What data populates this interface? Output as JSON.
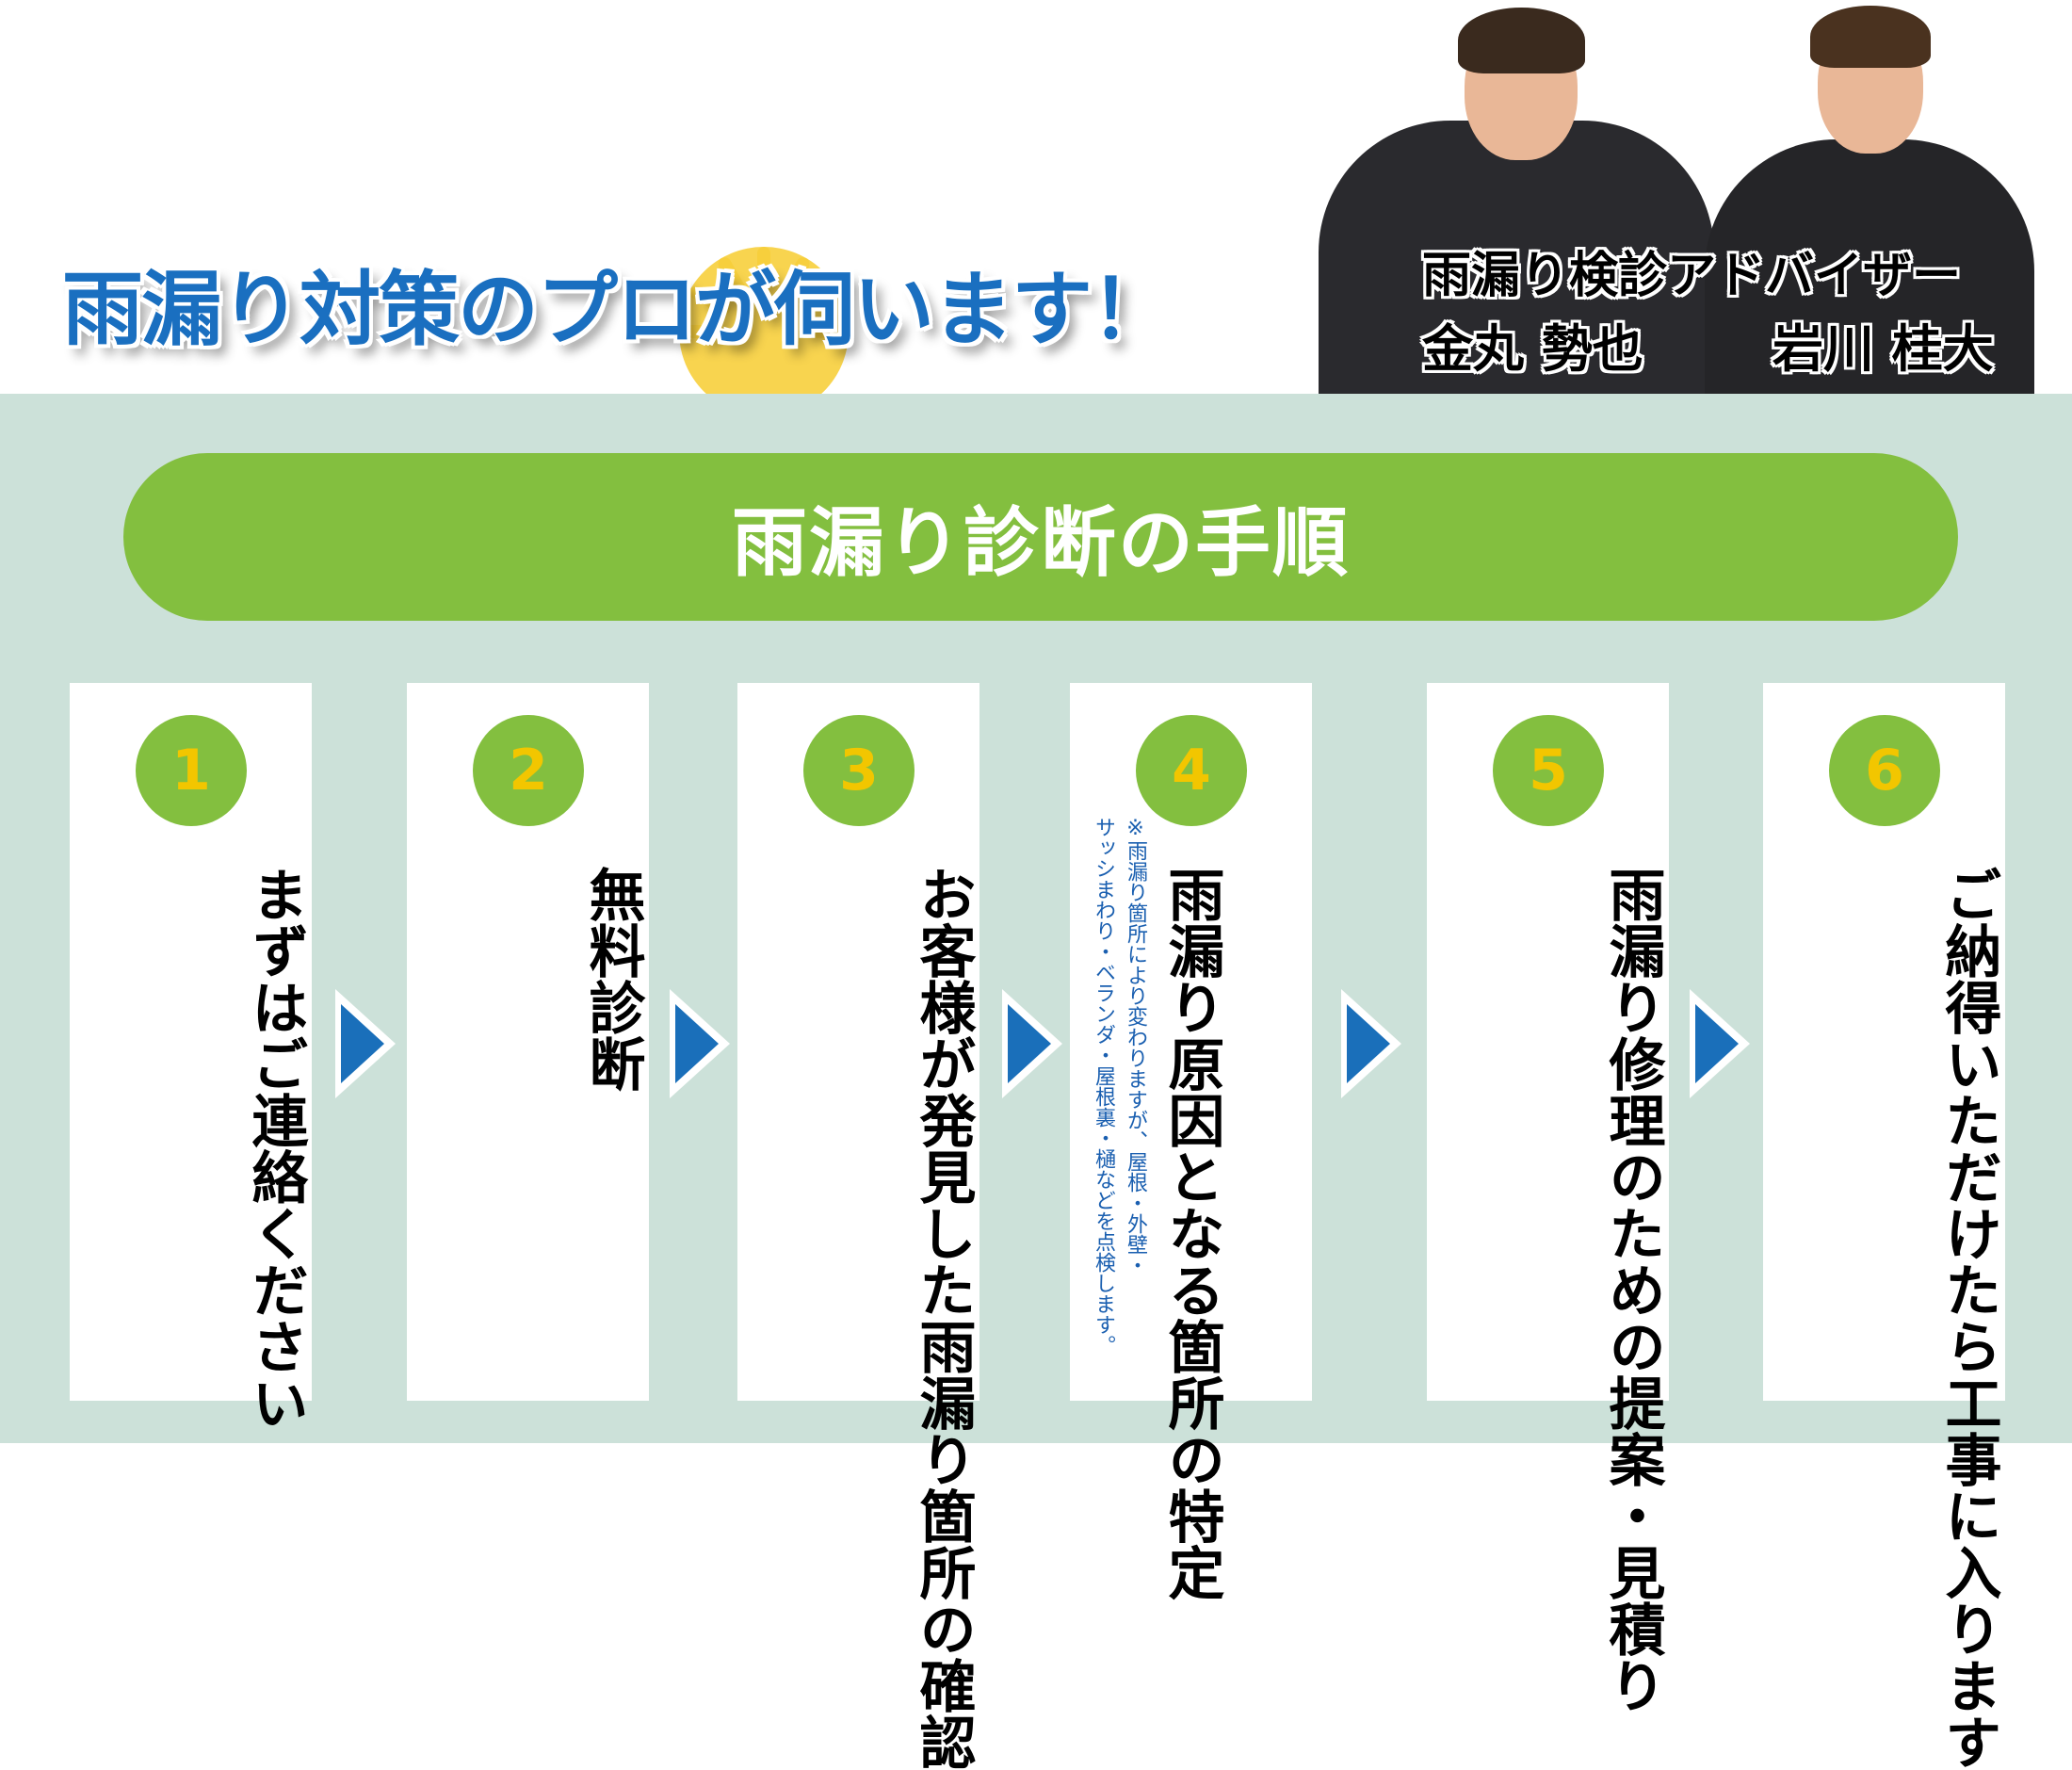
{
  "header": {
    "headline": "雨漏り対策のプロが伺います！",
    "advisor_title": "雨漏り検診アドバイザー",
    "advisor_1": "金丸 勢也",
    "advisor_2": "岩川 桂大"
  },
  "section": {
    "title": "雨漏り診断の手順"
  },
  "colors": {
    "green": "#83bf3f",
    "blue": "#1a6fc0",
    "number": "#f2c600",
    "background": "#cce1d9"
  },
  "steps": [
    {
      "number": "1",
      "lines": [
        "まずは",
        "ご連絡ください"
      ]
    },
    {
      "number": "2",
      "lines": [
        "無料診断"
      ]
    },
    {
      "number": "3",
      "lines": [
        "お客様が発見した",
        "雨漏り箇所の確認"
      ]
    },
    {
      "number": "4",
      "lines": [
        "雨漏り原因となる",
        "箇所の特定"
      ],
      "note": [
        "※雨漏り箇所により変わりますが、屋根・外壁・",
        "サッシまわり・ベランダ・屋根裏・樋などを点検します。"
      ]
    },
    {
      "number": "5",
      "lines": [
        "雨漏り修理のための",
        "提案・見積り"
      ]
    },
    {
      "number": "6",
      "lines": [
        "ご納得いただけたら",
        "工事に入ります"
      ]
    }
  ]
}
